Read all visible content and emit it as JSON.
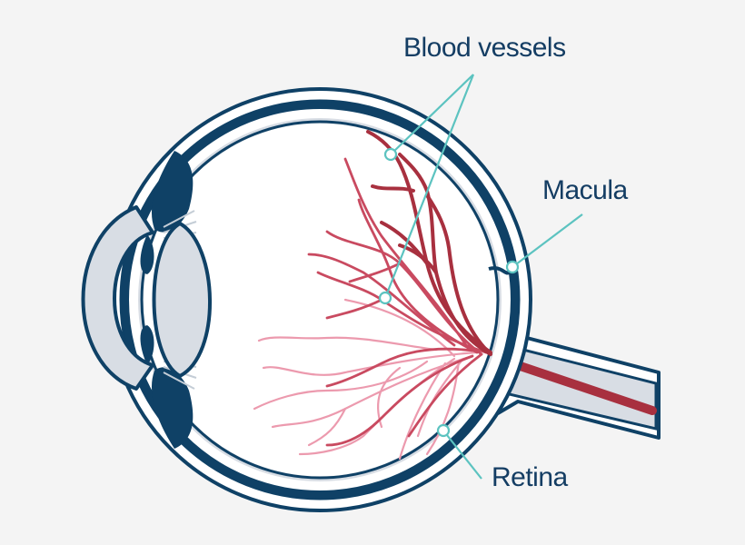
{
  "labels": {
    "blood_vessels": "Blood vessels",
    "macula": "Macula",
    "retina": "Retina"
  },
  "colors": {
    "background": "#f4f4f4",
    "outline": "#0f4166",
    "label_text": "#143d63",
    "leader_line": "#5cc3c0",
    "vessel_main": "#a8303f",
    "vessel_light": "#ec9aae",
    "lens_fill": "#d8dde4",
    "sclera_fill": "#ffffff"
  }
}
